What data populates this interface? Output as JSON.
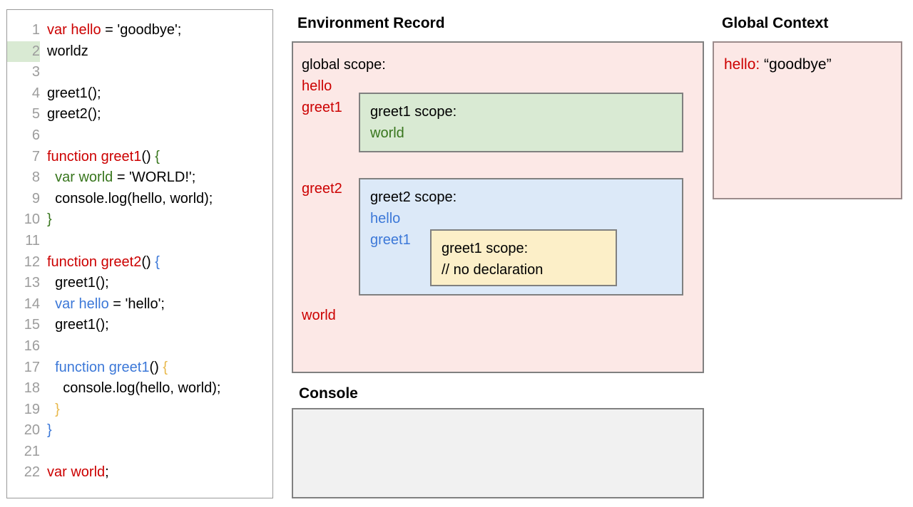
{
  "code_panel": {
    "lines": [
      {
        "n": "1",
        "indent": 0,
        "tokens": [
          {
            "t": "var hello",
            "c": "red"
          },
          {
            "t": " = 'goodbye';",
            "c": "black"
          }
        ]
      },
      {
        "n": "2",
        "indent": 0,
        "highlight": true,
        "tokens": [
          {
            "t": "worldz",
            "c": "black"
          }
        ]
      },
      {
        "n": "3",
        "indent": 0,
        "tokens": []
      },
      {
        "n": "4",
        "indent": 0,
        "tokens": [
          {
            "t": "greet1();",
            "c": "black"
          }
        ]
      },
      {
        "n": "5",
        "indent": 0,
        "tokens": [
          {
            "t": "greet2();",
            "c": "black"
          }
        ]
      },
      {
        "n": "6",
        "indent": 0,
        "tokens": []
      },
      {
        "n": "7",
        "indent": 0,
        "tokens": [
          {
            "t": "function greet1",
            "c": "red"
          },
          {
            "t": "() ",
            "c": "black"
          },
          {
            "t": "{",
            "c": "green"
          }
        ]
      },
      {
        "n": "8",
        "indent": 1,
        "tokens": [
          {
            "t": "var world",
            "c": "green"
          },
          {
            "t": " = 'WORLD!';",
            "c": "black"
          }
        ]
      },
      {
        "n": "9",
        "indent": 1,
        "tokens": [
          {
            "t": "console.log(hello, world);",
            "c": "black"
          }
        ]
      },
      {
        "n": "10",
        "indent": 0,
        "tokens": [
          {
            "t": "}",
            "c": "green"
          }
        ]
      },
      {
        "n": "11",
        "indent": 0,
        "tokens": []
      },
      {
        "n": "12",
        "indent": 0,
        "tokens": [
          {
            "t": "function greet2",
            "c": "red"
          },
          {
            "t": "() ",
            "c": "black"
          },
          {
            "t": "{",
            "c": "blue"
          }
        ]
      },
      {
        "n": "13",
        "indent": 1,
        "tokens": [
          {
            "t": "greet1();",
            "c": "black"
          }
        ]
      },
      {
        "n": "14",
        "indent": 1,
        "tokens": [
          {
            "t": "var hello",
            "c": "blue"
          },
          {
            "t": " = 'hello';",
            "c": "black"
          }
        ]
      },
      {
        "n": "15",
        "indent": 1,
        "tokens": [
          {
            "t": "greet1();",
            "c": "black"
          }
        ]
      },
      {
        "n": "16",
        "indent": 0,
        "tokens": []
      },
      {
        "n": "17",
        "indent": 1,
        "tokens": [
          {
            "t": "function greet1",
            "c": "blue"
          },
          {
            "t": "() ",
            "c": "black"
          },
          {
            "t": "{",
            "c": "gold"
          }
        ]
      },
      {
        "n": "18",
        "indent": 2,
        "tokens": [
          {
            "t": "console.log(hello, world);",
            "c": "black"
          }
        ]
      },
      {
        "n": "19",
        "indent": 1,
        "tokens": [
          {
            "t": "}",
            "c": "gold"
          }
        ]
      },
      {
        "n": "20",
        "indent": 0,
        "tokens": [
          {
            "t": "}",
            "c": "blue"
          }
        ]
      },
      {
        "n": "21",
        "indent": 0,
        "tokens": []
      },
      {
        "n": "22",
        "indent": 0,
        "tokens": [
          {
            "t": "var world",
            "c": "red"
          },
          {
            "t": ";",
            "c": "black"
          }
        ]
      }
    ]
  },
  "environment_record": {
    "title": "Environment Record",
    "global_scope_label": "global scope:",
    "global_vars": [
      "hello",
      "greet1"
    ],
    "greet2_outer_label": "greet2",
    "world_outer_label": "world",
    "greet1_scope": {
      "title": "greet1 scope:",
      "vars": [
        "world"
      ]
    },
    "greet2_scope": {
      "title": "greet2 scope:",
      "vars": [
        "hello",
        "greet1"
      ]
    },
    "greet1_inner_scope": {
      "title": "greet1 scope:",
      "note": "// no declaration"
    }
  },
  "console": {
    "title": "Console",
    "output": ""
  },
  "global_context": {
    "title": "Global Context",
    "entries": [
      {
        "key": "hello:",
        "value": "“goodbye”"
      }
    ]
  },
  "colors": {
    "red": "#cc0000",
    "green": "#38761d",
    "blue": "#3c78d8",
    "gold": "#e8b84b",
    "pink_panel": "#fce8e6",
    "green_box": "#d9ead3",
    "blue_box": "#dce9f8",
    "yellow_box": "#fcefc8",
    "console_bg": "#f1f1f1",
    "border_gray": "#808080",
    "line_number": "#9c9c9c",
    "line_highlight": "#d9ead3"
  }
}
